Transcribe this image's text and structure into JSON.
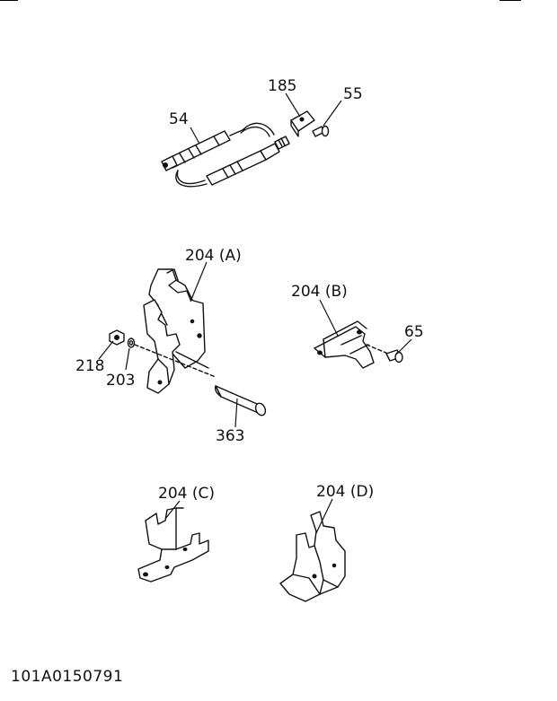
{
  "labels": {
    "p54": "54",
    "p185": "185",
    "p55": "55",
    "p204a": "204 (A)",
    "p204b": "204 (B)",
    "p65": "65",
    "p218": "218",
    "p203": "203",
    "p363": "363",
    "p204c": "204 (C)",
    "p204d": "204 (D)"
  },
  "document_code": "101A0150791"
}
